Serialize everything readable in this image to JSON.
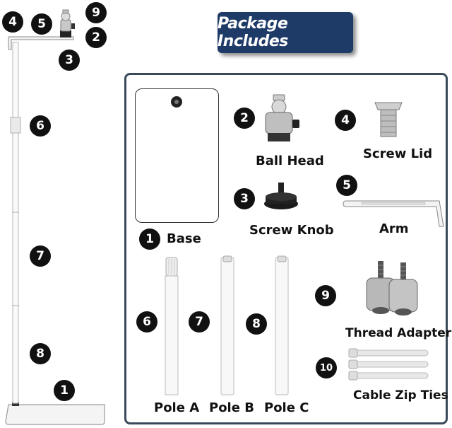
{
  "header": {
    "title": "Package Includes"
  },
  "stand_callouts": [
    "4",
    "5",
    "9",
    "2",
    "3",
    "6",
    "7",
    "8",
    "1"
  ],
  "items": {
    "base": {
      "number": "1",
      "label": "Base"
    },
    "ball_head": {
      "number": "2",
      "label": "Ball Head"
    },
    "screw_knob": {
      "number": "3",
      "label": "Screw Knob"
    },
    "screw_lid": {
      "number": "4",
      "label": "Screw Lid"
    },
    "arm": {
      "number": "5",
      "label": "Arm"
    },
    "pole_a": {
      "number": "6",
      "label": "Pole A"
    },
    "pole_b": {
      "number": "7",
      "label": "Pole B"
    },
    "pole_c": {
      "number": "8",
      "label": "Pole C"
    },
    "thread_adapters": {
      "number": "9",
      "label": "Thread Adapters"
    },
    "cable_zip_ties": {
      "number": "10",
      "label": "Cable Zip Ties"
    }
  },
  "colors": {
    "title_bg": "#1e3a66",
    "badge_bg": "#111111",
    "frame_border": "#3a4a5a"
  }
}
